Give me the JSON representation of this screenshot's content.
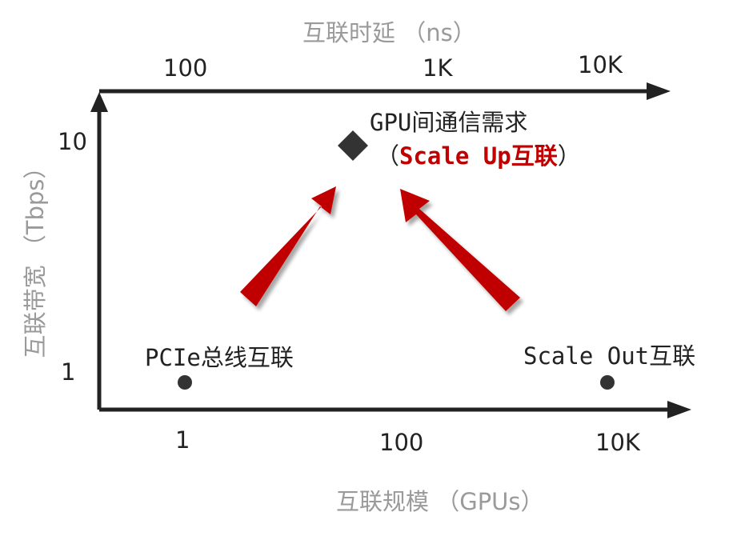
{
  "colors": {
    "axis": "#222222",
    "title": "#9a9a9a",
    "arrow": "#c00000",
    "marker": "#333333"
  },
  "top_axis": {
    "title": "互联时延 （ns）",
    "ticks": [
      "100",
      "1K",
      "10K"
    ]
  },
  "y_axis": {
    "title": "互联带宽 （Tbps）",
    "ticks": [
      "10",
      "1"
    ]
  },
  "x_axis": {
    "title": "互联规模 （GPUs）",
    "ticks": [
      "1",
      "100",
      "10K"
    ]
  },
  "points": {
    "pcie": {
      "label": "PCIe总线互联"
    },
    "scale_out": {
      "label": "Scale Out互联"
    },
    "gpu": {
      "label_line1": "GPU间通信需求",
      "label_open": "（",
      "label_highlight": "Scale Up互联",
      "label_close": "）"
    }
  }
}
